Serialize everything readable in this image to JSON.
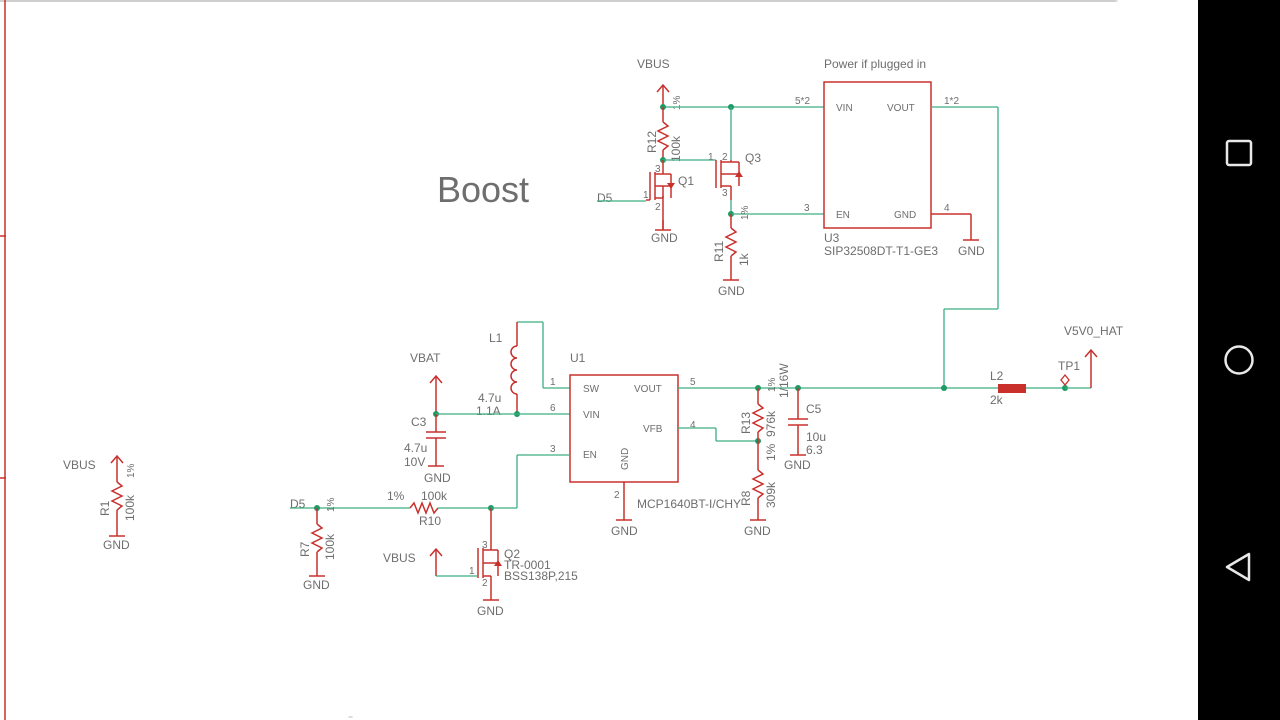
{
  "title": "Boost",
  "labels": {
    "vbus_top": "VBUS",
    "power_note": "Power if plugged in",
    "vin": "VIN",
    "vout": "VOUT",
    "en": "EN",
    "gnd": "GND",
    "u3": "U3",
    "u3_part": "SIP32508DT-T1-GE3",
    "pin_5x2": "5*2",
    "pin_1x2": "1*2",
    "pin_3": "3",
    "pin_4": "4",
    "pin_1": "1",
    "pin_2": "2",
    "pin_5": "5",
    "pin_6": "6",
    "r12": "R12",
    "r12_val": "100k",
    "pct": "1%",
    "q1": "Q1",
    "q3": "Q3",
    "d5": "D5",
    "r11": "R11",
    "r11_val": "1k",
    "l1": "L1",
    "l1_val": "4.7u",
    "l1_cur": "1.1A",
    "u1": "U1",
    "sw": "SW",
    "vfb": "VFB",
    "vbat": "VBAT",
    "c3": "C3",
    "c3_val": "4.7u",
    "c3_v": "10V",
    "u1_part": "MCP1640BT-I/CHY",
    "r13": "R13",
    "r13_val": "976k",
    "r13_w": "1/16W",
    "c5": "C5",
    "c5_val": "10u",
    "c5_v": "6.3",
    "r8": "R8",
    "r8_val": "309k",
    "l2": "L2",
    "l2_val": "2k",
    "tp1": "TP1",
    "v5v0": "V5V0_HAT",
    "vbus": "VBUS",
    "r1": "R1",
    "r1_val": "100k",
    "r10": "R10",
    "r10_val": "100k",
    "r7": "R7",
    "r7_val": "100k",
    "q2": "Q2",
    "q2_tr": "TR-0001",
    "q2_part": "BSS138P,215"
  },
  "nav": {
    "recent": "square-icon",
    "home": "circle-icon",
    "back": "triangle-icon"
  }
}
